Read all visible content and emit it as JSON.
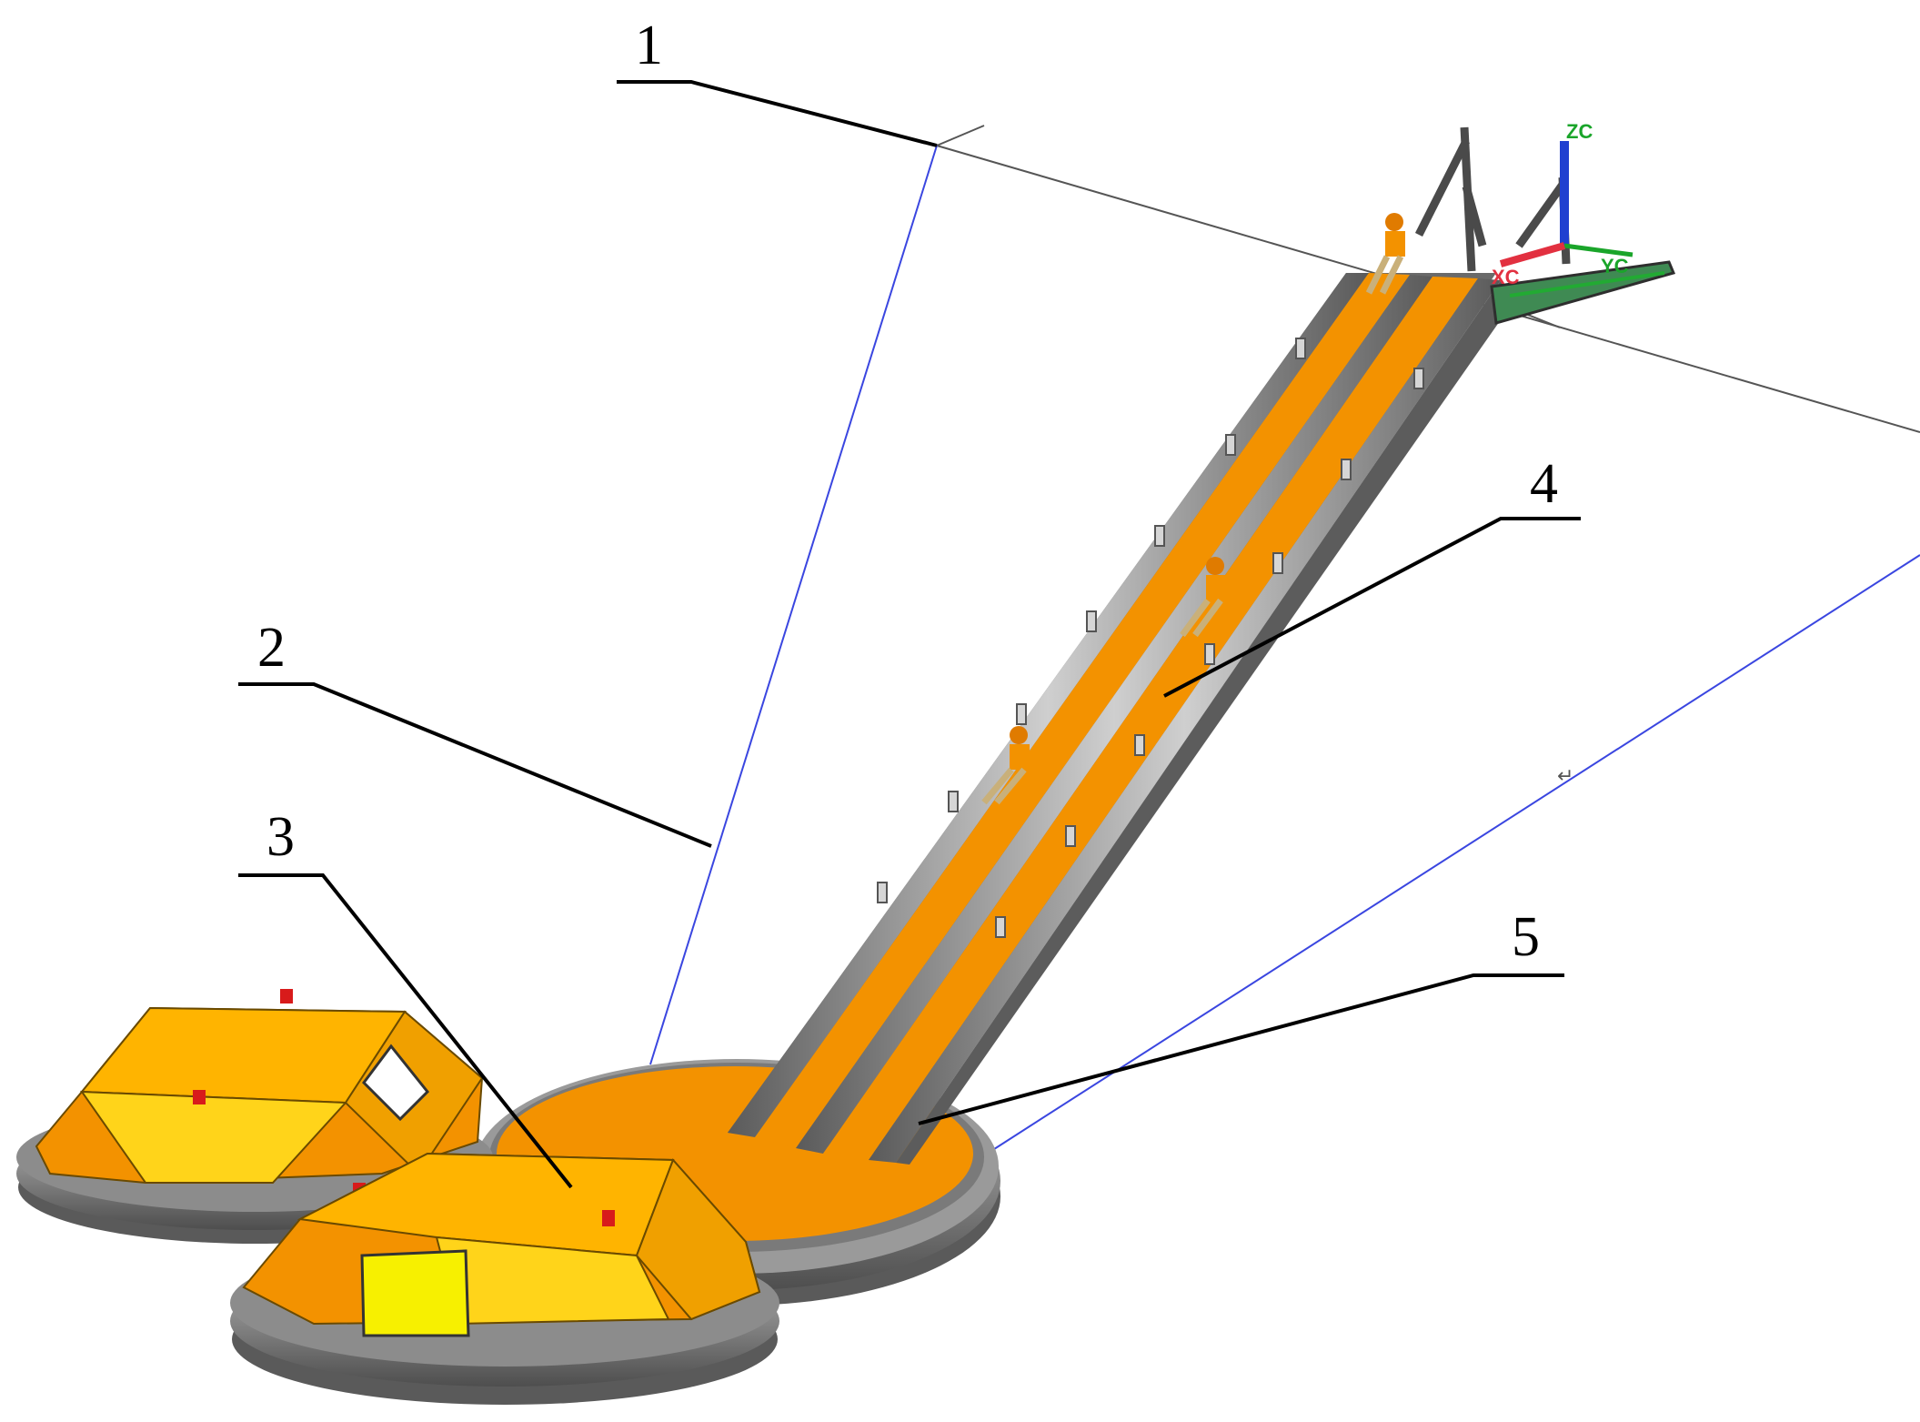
{
  "callouts": {
    "one": "1",
    "two": "2",
    "three": "3",
    "four": "4",
    "five": "5"
  },
  "axes": {
    "z": "ZC",
    "y": "YC",
    "x": "XC"
  },
  "colors": {
    "orange": "#F39200",
    "orange_dark": "#E07B00",
    "yellow": "#FFC21A",
    "yellow_bright": "#F7F000",
    "tube": "#7E7E7E",
    "tube_light": "#C4C4C4",
    "valve": "#D81B1B",
    "frame": "#4A4A4A",
    "guide_line": "#3A46E0"
  }
}
